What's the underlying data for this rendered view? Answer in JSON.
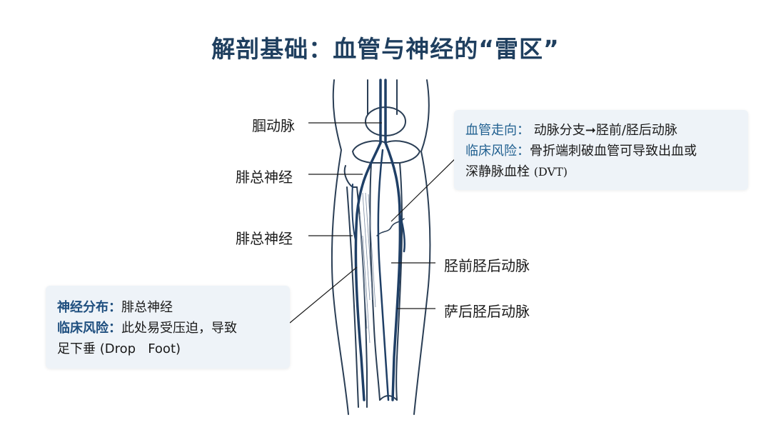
{
  "title": "解剖基础：血管与神经的“雷区”",
  "labels": {
    "popliteal_artery": "腘动脉",
    "common_peroneal_1": "腓总神经",
    "common_peroneal_2": "腓总神经",
    "tibial_arteries": "胫前胫后动脉",
    "saphenous": "萨后胫后动脉"
  },
  "vessel_callout": {
    "line1_key": "血管走向：",
    "line1_value": "动脉分支➞胫前/胫后动脉",
    "line2_key": "临床风险：",
    "line2_value": "骨折端刺破血管可导致出血或",
    "line3_value": "深静脉血栓",
    "line3_abbr": "(DVT)"
  },
  "nerve_callout": {
    "line1_key": "神经分布：",
    "line1_value": "腓总神经",
    "line2_key": "临床风险：",
    "line2_value": "此处易受压迫，导致",
    "line3_value": "足下垂 (Drop   Foot)"
  },
  "colors": {
    "title": "#1f3f5f",
    "vessel": "#1f3f66",
    "outline": "#2a3e55",
    "callout_bg": "#eef3f8"
  }
}
